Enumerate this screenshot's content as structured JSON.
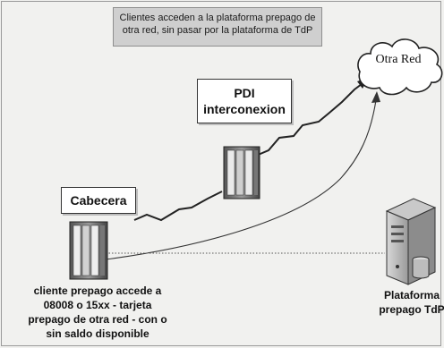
{
  "caption": {
    "line1": "Clientes acceden a la plataforma prepago de",
    "line2": "otra red, sin pasar por la plataforma de TdP"
  },
  "nodes": {
    "otra_red": "Otra Red",
    "pdi_line1": "PDI",
    "pdi_line2": "interconexion",
    "cabecera": "Cabecera",
    "cliente": [
      "cliente prepago accede a",
      "08008 o 15xx - tarjeta",
      "prepago de otra red - con o",
      "sin saldo disponible"
    ],
    "plataforma": [
      "Plataforma",
      "prepago TdP"
    ]
  },
  "colors": {
    "background": "#f1f1ef",
    "caption_fill": "#cfcfcf",
    "line": "#222222"
  }
}
